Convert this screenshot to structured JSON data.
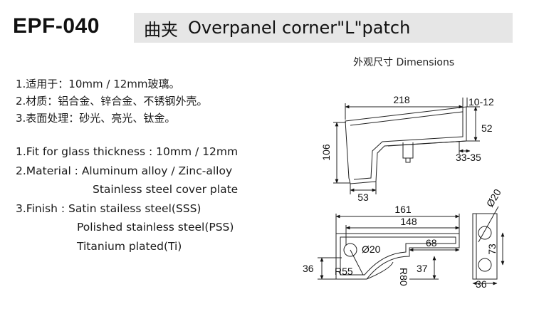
{
  "header": {
    "model_code": "EPF-040",
    "title_cn": "曲夹",
    "title_en": "Overpanel corner\"L\"patch"
  },
  "dimensions_heading": "外观尺寸 Dimensions",
  "specs_cn": [
    "1.适用于：10mm / 12mm玻璃。",
    "2.材质：铝合金、锌合金、不锈钢外壳。",
    "3.表面处理：砂光、亮光、钛金。"
  ],
  "specs_en": {
    "fit": "1.Fit for glass thickness : 10mm / 12mm",
    "material": "2.Material : Aluminum alloy / Zinc-alloy",
    "material_2": "Stainless steel cover plate",
    "finish": "3.Finish : Satin stailess steel(SSS)",
    "finish_2": "Polished stainless steel(PSS)",
    "finish_3": "Titanium plated(Ti)"
  },
  "drawing_side": {
    "width": "218",
    "thickness": "10-12",
    "height": "106",
    "right_height": "52",
    "bottom_gap": "33-35",
    "bottom_width": "53"
  },
  "drawing_top": {
    "total_width": "161",
    "inner_width": "148",
    "hole_dia": "Ø20",
    "slot_width": "68",
    "left_height": "36",
    "radius_small": "R55",
    "radius_large": "R80",
    "slot_height": "37"
  },
  "drawing_end": {
    "hole_dia": "Ø20",
    "height": "73",
    "width": "36"
  }
}
